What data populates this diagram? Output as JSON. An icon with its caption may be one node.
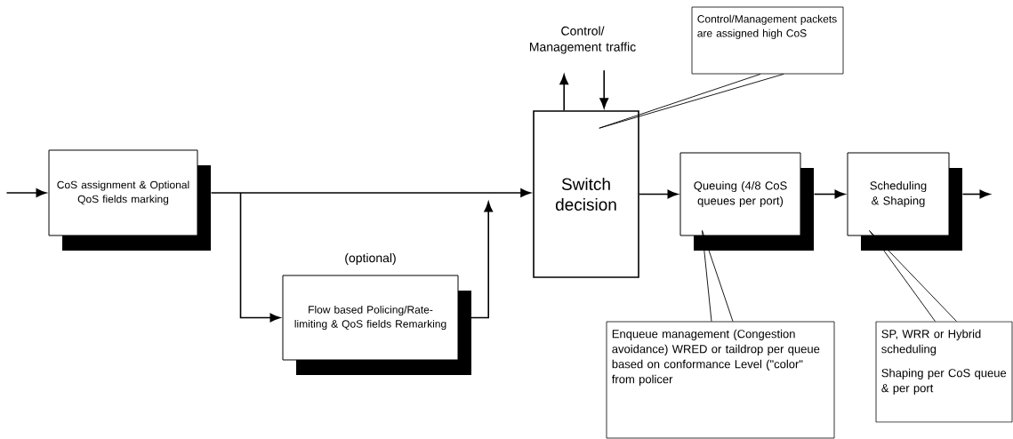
{
  "diagram": {
    "nodes": [
      {
        "text": [
          "CoS assignment & Optional QoS fields marking"
        ]
      },
      {
        "text": [
          "Flow based Policing/Rate-limiting & QoS fields Remarking"
        ],
        "beside": [
          "(optional)"
        ]
      },
      {
        "text": [
          "Switch decision"
        ]
      },
      {
        "text": [
          "Queuing (4/8 CoS queues per port)"
        ]
      },
      {
        "text": [
          "Scheduling & Shaping"
        ]
      },
      {
        "text": [
          "Control/ Management traffic"
        ]
      },
      {
        "text": [
          "Control/Management packets are assigned high CoS"
        ]
      },
      {
        "text": [
          "Enqueue management (Congestion avoidance) WRED or taildrop per queue based on conformance Level (\"color\" from policer"
        ]
      },
      {
        "text": [
          "SP, WRR or Hybrid scheduling",
          "Shaping per CoS queue & per port"
        ]
      }
    ],
    "edges": [
      {
        "from": null,
        "to": 0,
        "arrow": "to"
      },
      {
        "from": 0,
        "to": 2,
        "arrow": "to"
      },
      {
        "from": 0,
        "to": 1,
        "arrow": "to"
      },
      {
        "from": 1,
        "to": 2,
        "arrow": "to"
      },
      {
        "from": 2,
        "to": 3,
        "arrow": "to"
      },
      {
        "from": 3,
        "to": 4,
        "arrow": "to"
      },
      {
        "from": 4,
        "to": null,
        "arrow": "to"
      },
      {
        "from": 2,
        "to": 5,
        "arrow": "to"
      },
      {
        "from": 5,
        "to": 2,
        "arrow": "to"
      },
      {
        "from": 6,
        "to": 2,
        "arrow": "none"
      },
      {
        "from": 7,
        "to": 3,
        "arrow": "none"
      },
      {
        "from": 8,
        "to": 4,
        "arrow": "none"
      }
    ]
  }
}
